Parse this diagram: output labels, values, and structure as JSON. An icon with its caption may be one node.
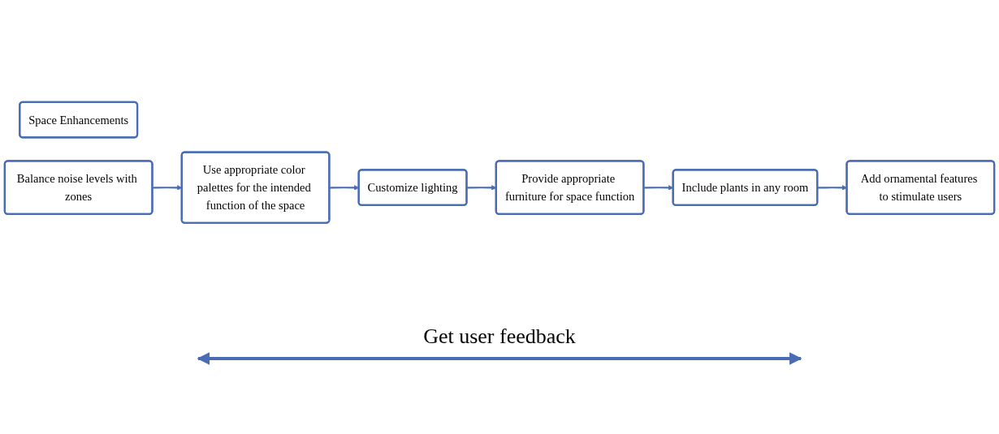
{
  "diagram": {
    "nodes": [
      {
        "text": [
          "Space Enhancements"
        ]
      },
      {
        "text": [
          "Balance noise levels with zones"
        ]
      },
      {
        "text": [
          "Use appropriate color palettes for the intended function of the space"
        ]
      },
      {
        "text": [
          "Customize lighting"
        ]
      },
      {
        "text": [
          "Provide appropriate furniture for space function"
        ]
      },
      {
        "text": [
          "Include plants in any room"
        ]
      },
      {
        "text": [
          "Add ornamental features to stimulate users"
        ]
      }
    ],
    "edges": [
      {
        "from": 1,
        "to": 2,
        "arrow": "to"
      },
      {
        "from": 2,
        "to": 3,
        "arrow": "to"
      },
      {
        "from": 3,
        "to": 4,
        "arrow": "to"
      },
      {
        "from": 4,
        "to": 5,
        "arrow": "to"
      },
      {
        "from": 5,
        "to": 6,
        "arrow": "to"
      }
    ],
    "labels": [
      "Get user feedback"
    ]
  }
}
